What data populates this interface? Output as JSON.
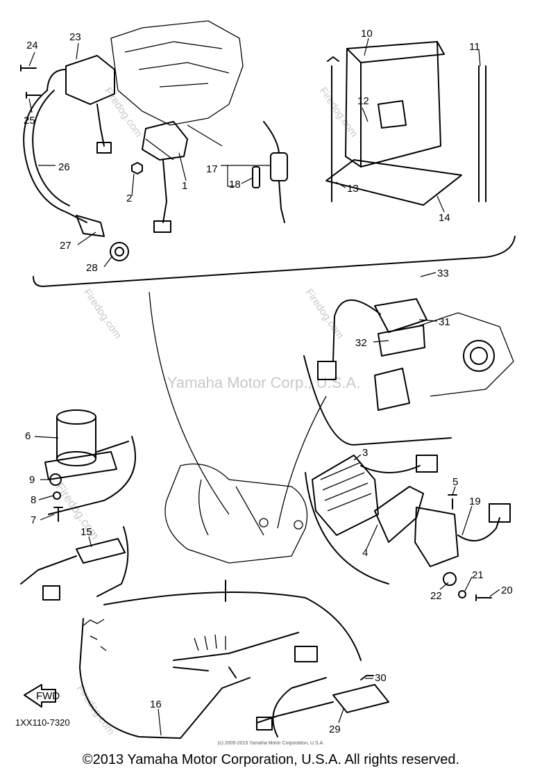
{
  "diagram": {
    "part_code": "1XX110-7320",
    "small_copyright": "(c) 2005-2015 Yamaha Motor Corporation, U.S.A.",
    "copyright": "©2013 Yamaha Motor Corporation, U.S.A. All rights reserved.",
    "watermark_center": "Yamaha Motor Corp., U.S.A.",
    "watermark_site": "Firedog.com",
    "fwd_label": "FWD",
    "callouts": [
      "24",
      "23",
      "25",
      "26",
      "2",
      "1",
      "17",
      "18",
      "10",
      "11",
      "12",
      "13",
      "14",
      "27",
      "28",
      "33",
      "31",
      "32",
      "6",
      "3",
      "9",
      "8",
      "7",
      "5",
      "19",
      "15",
      "4",
      "21",
      "20",
      "22",
      "16",
      "30",
      "29"
    ]
  }
}
